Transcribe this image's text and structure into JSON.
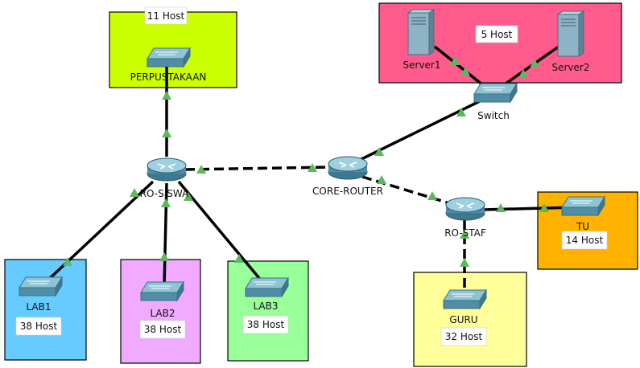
{
  "zones": [
    {
      "id": "perpustakaan",
      "color": "#ccff00",
      "host": "11 Host"
    },
    {
      "id": "server",
      "color": "#ff5b8c",
      "host": "5 Host"
    },
    {
      "id": "lab1",
      "color": "#66ccff",
      "host": "38 Host"
    },
    {
      "id": "lab2",
      "color": "#f0aaff",
      "host": "38 Host"
    },
    {
      "id": "lab3",
      "color": "#99ff99",
      "host": "38 Host"
    },
    {
      "id": "guru",
      "color": "#ffff99",
      "host": "32 Host"
    },
    {
      "id": "tu",
      "color": "#ffb300",
      "host": "14 Host"
    }
  ],
  "devices": {
    "core": "CORE-ROUTER",
    "ro_siswa": "RO-SISWA",
    "ro_staf": "RO-STAF",
    "switch": "Switch",
    "server1": "Server1",
    "server2": "Server2",
    "perpustakaan": "PERPUSTAKAAN",
    "lab1": "LAB1",
    "lab2": "LAB2",
    "lab3": "LAB3",
    "guru": "GURU",
    "tu": "TU"
  },
  "links": [
    {
      "from": "ro_siswa",
      "to": "perpustakaan",
      "style": "solid"
    },
    {
      "from": "ro_siswa",
      "to": "core",
      "style": "dashed"
    },
    {
      "from": "ro_siswa",
      "to": "lab1",
      "style": "solid"
    },
    {
      "from": "ro_siswa",
      "to": "lab2",
      "style": "solid"
    },
    {
      "from": "ro_siswa",
      "to": "lab3",
      "style": "solid"
    },
    {
      "from": "core",
      "to": "switch",
      "style": "solid"
    },
    {
      "from": "core",
      "to": "ro_staf",
      "style": "dashed"
    },
    {
      "from": "ro_staf",
      "to": "tu",
      "style": "solid"
    },
    {
      "from": "ro_staf",
      "to": "guru",
      "style": "dashed"
    },
    {
      "from": "switch",
      "to": "server1",
      "style": "solid"
    },
    {
      "from": "switch",
      "to": "server2",
      "style": "solid"
    }
  ],
  "colors": {
    "link": "#000000",
    "port": "#5cb85c",
    "router": "#4a8fa8",
    "switch": "#5aa0b8",
    "server": "#7fa3b8"
  }
}
